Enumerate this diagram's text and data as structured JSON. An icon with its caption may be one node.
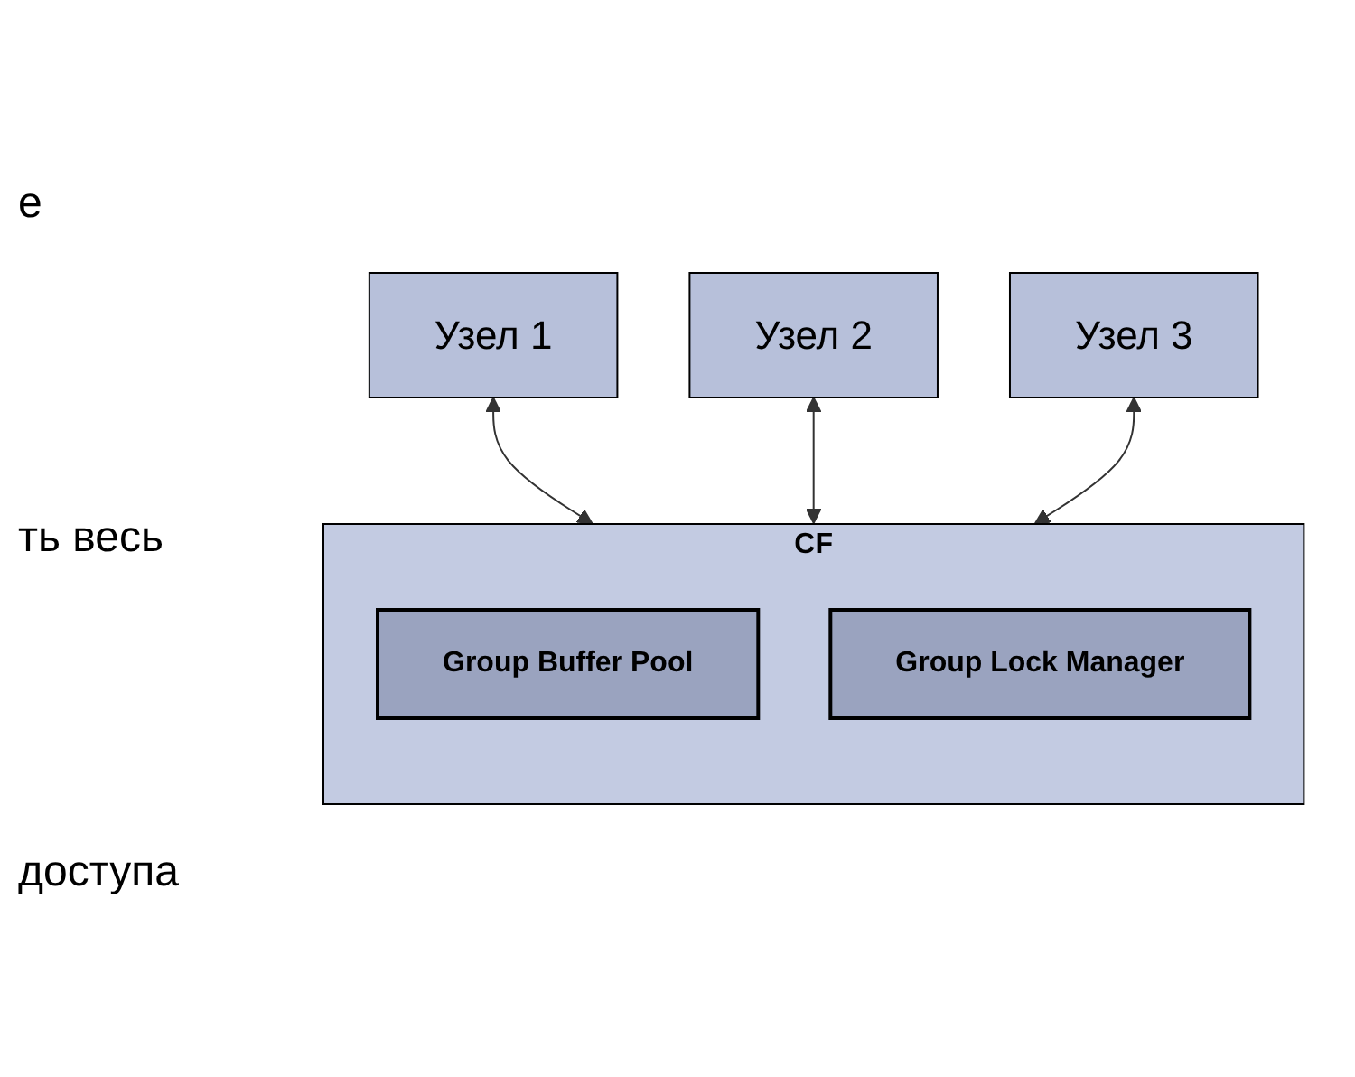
{
  "diagram": {
    "nodes": [
      {
        "text": [
          "Узел 1"
        ]
      },
      {
        "text": [
          "Узел 2"
        ]
      },
      {
        "text": [
          "Узел 3"
        ]
      },
      {
        "text": [
          "CF"
        ]
      },
      {
        "text": [
          "Group Buffer Pool"
        ],
        "in": 3
      },
      {
        "text": [
          "Group Lock Manager"
        ],
        "in": 3
      }
    ],
    "edges": [
      {
        "from": 3,
        "to": 0,
        "arrow": "both"
      },
      {
        "from": 3,
        "to": 1,
        "arrow": "both"
      },
      {
        "from": 3,
        "to": 2,
        "arrow": "both"
      }
    ],
    "labels": [
      "е",
      "ть весь",
      "доступа"
    ]
  }
}
